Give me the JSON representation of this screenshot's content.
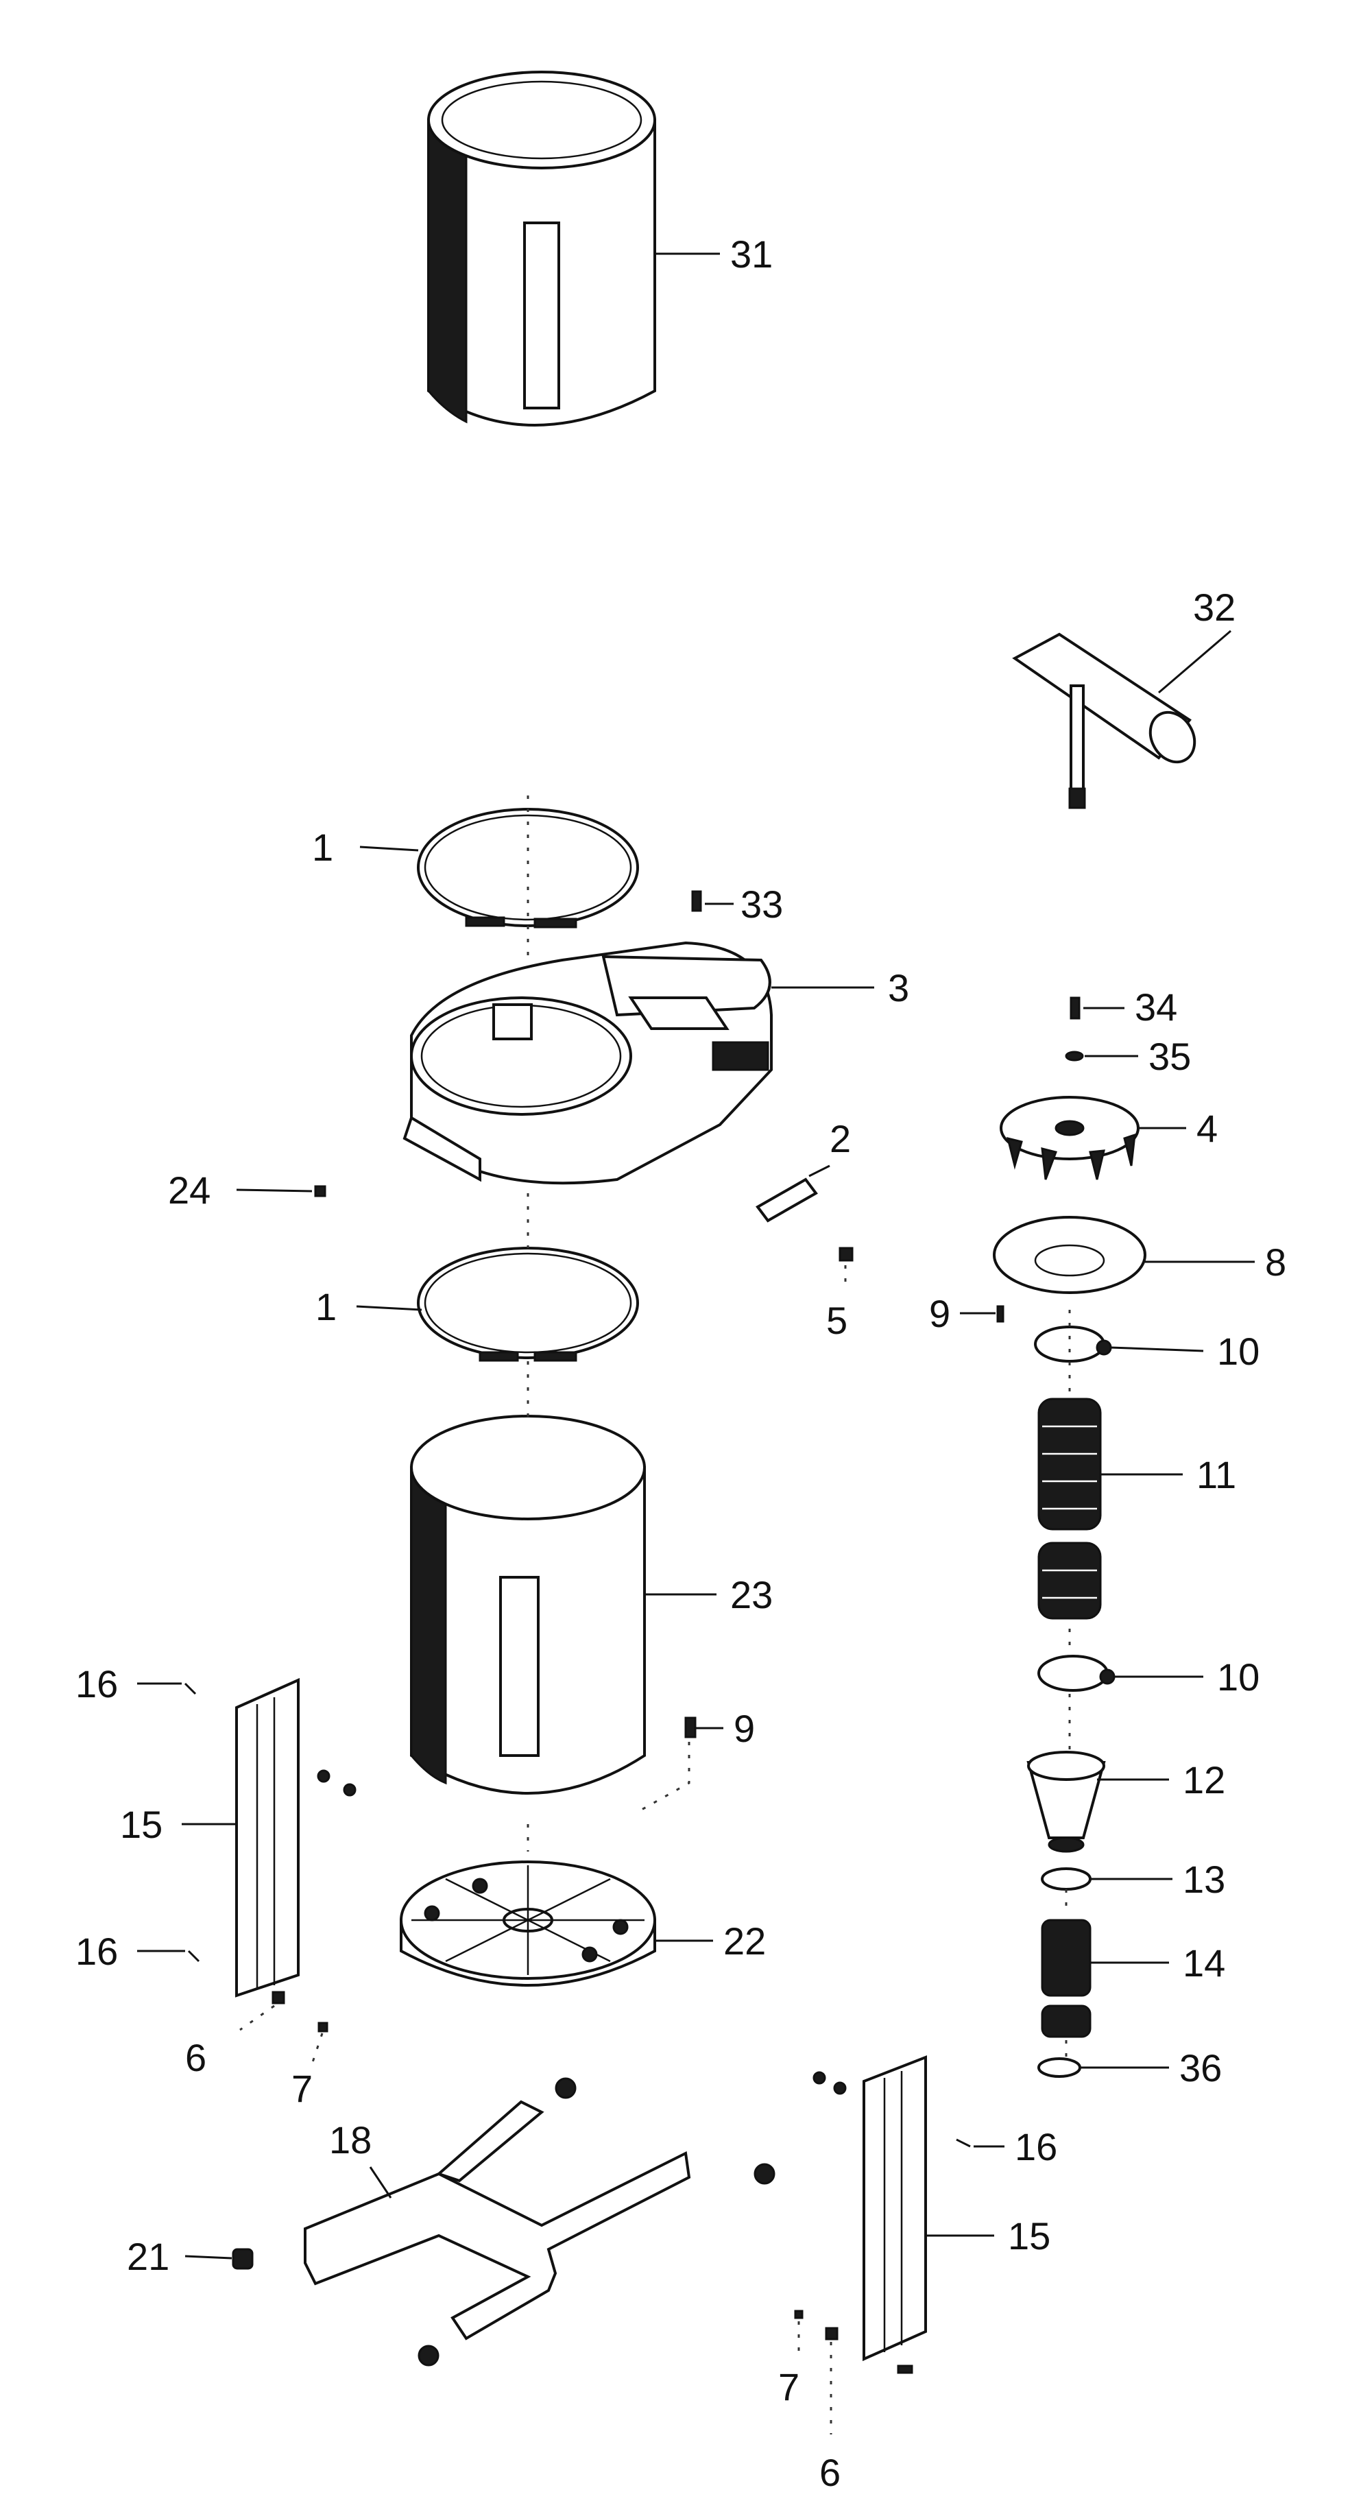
{
  "callouts": {
    "c31": "31",
    "c32": "32",
    "c1a": "1",
    "c33": "33",
    "c3": "3",
    "c34": "34",
    "c35": "35",
    "c4": "4",
    "c24": "24",
    "c2": "2",
    "c8": "8",
    "c1b": "1",
    "c5": "5",
    "c9a": "9",
    "c10a": "10",
    "c11": "11",
    "c23": "23",
    "c16a": "16",
    "c10b": "10",
    "c9b": "9",
    "c15a": "15",
    "c12": "12",
    "c13": "13",
    "c16b": "16",
    "c22": "22",
    "c14": "14",
    "c6a": "6",
    "c7a": "7",
    "c36": "36",
    "c18": "18",
    "c16c": "16",
    "c21": "21",
    "c15b": "15",
    "c7b": "7",
    "c6b": "6"
  }
}
